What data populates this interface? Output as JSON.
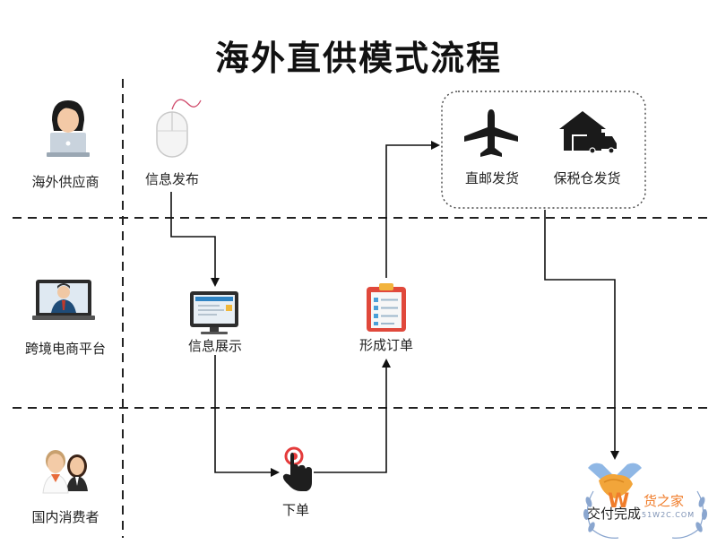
{
  "title": "海外直供模式流程",
  "lanes": {
    "supplier": "海外供应商",
    "platform": "跨境电商平台",
    "consumer": "国内消费者"
  },
  "nodes": {
    "info_publish": "信息发布",
    "info_display": "信息展示",
    "place_order": "下单",
    "form_order": "形成订单",
    "direct_mail": "直邮发货",
    "bonded_ship": "保税仓发货",
    "delivery_done": "交付完成"
  },
  "watermark": {
    "brand": "货之家",
    "site": "51W2C.COM"
  },
  "colors": {
    "accent_orange": "#f07d2b",
    "clipboard_red": "#e0483b",
    "monitor_blue": "#2f84c4",
    "dark": "#1a1a1a"
  }
}
